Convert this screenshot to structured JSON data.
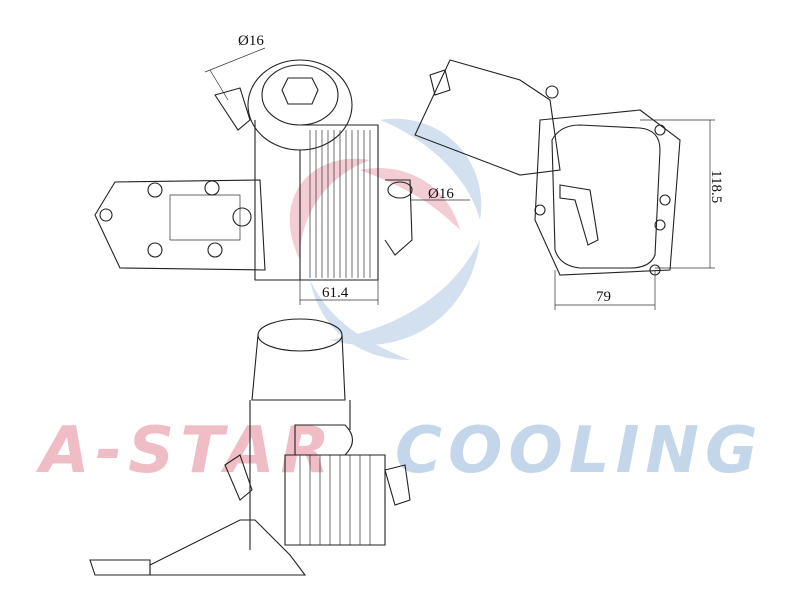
{
  "drawing": {
    "dimensions": {
      "hose_diameter_top": "Ø16",
      "hose_diameter_side": "Ø16",
      "cooler_width": "61.4",
      "gasket_height": "118.5",
      "gasket_width": "79"
    }
  },
  "watermark": {
    "brand_left": "A-STAR",
    "brand_right": "COOLING",
    "colors": {
      "pink": "#f0bcc6",
      "blue": "#c4d6ea"
    }
  }
}
